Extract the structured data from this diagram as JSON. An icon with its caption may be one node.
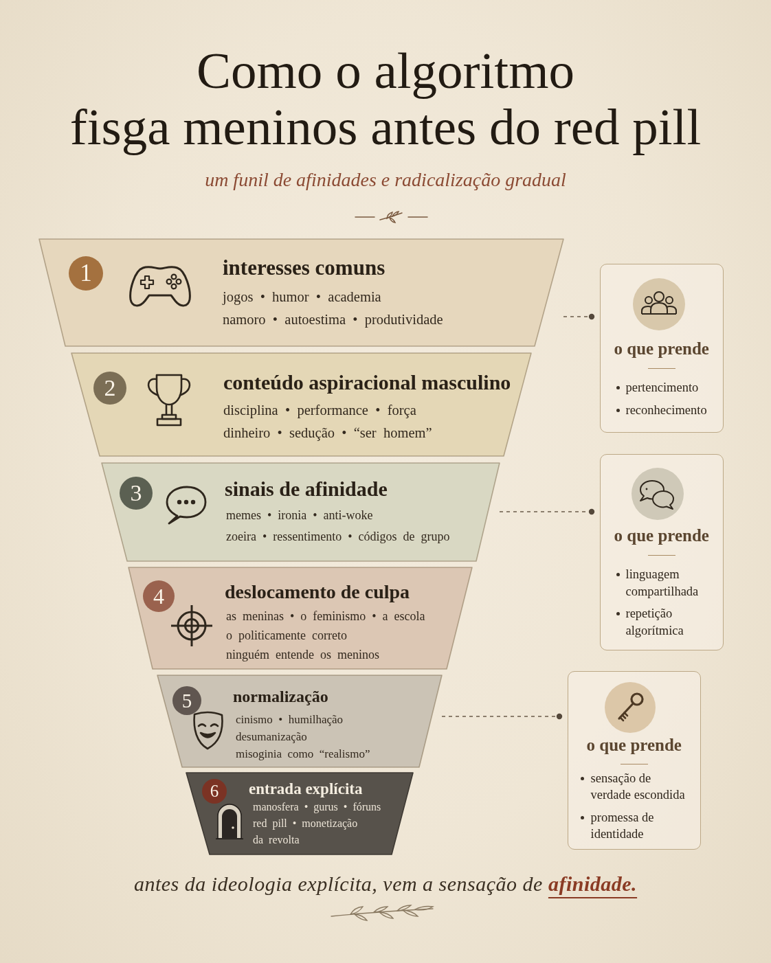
{
  "diagram": {
    "title": "Como o algoritmo fisga meninos antes do red pill",
    "caption": "antes da ideologia explícita, vem a sensação de **afinidade.**",
    "nodes": [
      {
        "text": [
          "interesses comuns",
          "jogos • humor • academia",
          "namoro • autoestima • produtividade"
        ]
      },
      {
        "text": [
          "1"
        ],
        "in": 0
      },
      {
        "text": [
          "conteúdo aspiracional masculino",
          "disciplina • performance • força",
          "dinheiro • sedução • “ser homem”"
        ]
      },
      {
        "text": [
          "2"
        ],
        "in": 2
      },
      {
        "text": [
          "sinais de afinidade",
          "memes • ironia • anti-woke",
          "zoeira • ressentimento • códigos de grupo"
        ]
      },
      {
        "text": [
          "3"
        ],
        "in": 4
      },
      {
        "text": [
          "deslocamento de culpa",
          "as meninas • o feminismo • a escola",
          "o politicamente correto",
          "ninguém entende os meninos"
        ]
      },
      {
        "text": [
          "4"
        ],
        "in": 6
      },
      {
        "text": [
          "normalização",
          "cinismo • humilhação",
          "desumanização",
          "misoginia como “realismo”"
        ]
      },
      {
        "text": [
          "5"
        ],
        "in": 8
      },
      {
        "text": [
          "entrada explícita",
          "manosfera • gurus • fóruns",
          "red pill • monetização da revolta"
        ]
      },
      {
        "text": [
          "6"
        ],
        "in": 10
      },
      {
        "text": [
          "o que prende",
          "pertencimento",
          "reconhecimento"
        ]
      },
      {
        "text": [
          "o que prende",
          "linguagem compartilhada",
          "repetição algorítmica"
        ]
      },
      {
        "text": [
          "o que prende",
          "sensação de verdade escondida",
          "promessa de identidade"
        ]
      }
    ],
    "edges": [
      {
        "from": 0,
        "to": 12,
        "arrow": "other",
        "style": "dashed"
      },
      {
        "from": 4,
        "to": 13,
        "arrow": "other",
        "style": "dashed"
      },
      {
        "from": 8,
        "to": 14,
        "arrow": "other",
        "style": "dashed"
      }
    ],
    "labels": [
      "um funil de afinidades e radicalização gradual"
    ]
  }
}
